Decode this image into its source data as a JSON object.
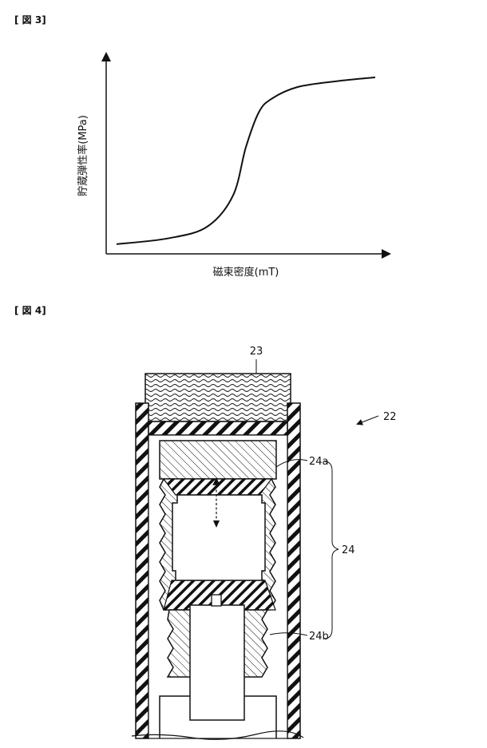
{
  "figure3": {
    "label": "[ 図 3]",
    "chart_data": {
      "type": "line",
      "xlabel": "磁束密度(mT)",
      "ylabel": "貯蔵弾性率(MPa)",
      "x_ticks": [],
      "y_ticks": [],
      "grid": false,
      "legend": "none",
      "series": [
        {
          "shape": "sigmoid",
          "x": [
            0,
            0.2,
            0.35,
            0.45,
            0.5,
            0.55,
            0.6,
            0.7,
            0.85,
            1.0
          ],
          "y": [
            0.05,
            0.08,
            0.14,
            0.3,
            0.55,
            0.73,
            0.8,
            0.86,
            0.89,
            0.91
          ]
        }
      ]
    }
  },
  "figure4": {
    "label": "[ 図 4]",
    "refs": {
      "r23": "23",
      "r22": "22",
      "r24": "24",
      "r24a": "24a",
      "r24b": "24b"
    }
  }
}
